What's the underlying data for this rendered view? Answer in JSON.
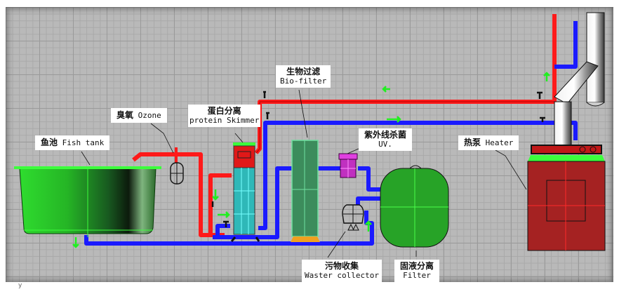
{
  "diagram": {
    "title": "Aquaculture recirculating water system",
    "components": [
      {
        "id": "fish-tank",
        "cn": "鱼池",
        "en": "Fish tank"
      },
      {
        "id": "ozone",
        "cn": "臭氧",
        "en": "Ozone"
      },
      {
        "id": "protein-skimmer",
        "cn": "蛋白分离",
        "en": "protein Skimmer"
      },
      {
        "id": "bio-filter",
        "cn": "生物过滤",
        "en": "Bio-filter"
      },
      {
        "id": "uv",
        "cn": "紫外线杀菌",
        "en": "UV."
      },
      {
        "id": "heater",
        "cn": "热泵",
        "en": "Heater"
      },
      {
        "id": "waste-collector",
        "cn": "污物收集",
        "en": "Waster collector"
      },
      {
        "id": "filter",
        "cn": "固液分离",
        "en": "Filter"
      }
    ],
    "pipe_colors": {
      "hot": "#ff1a1a",
      "cold": "#1a1aff",
      "flow_arrow": "#22ee22"
    },
    "viewport_axis_label": "y"
  }
}
